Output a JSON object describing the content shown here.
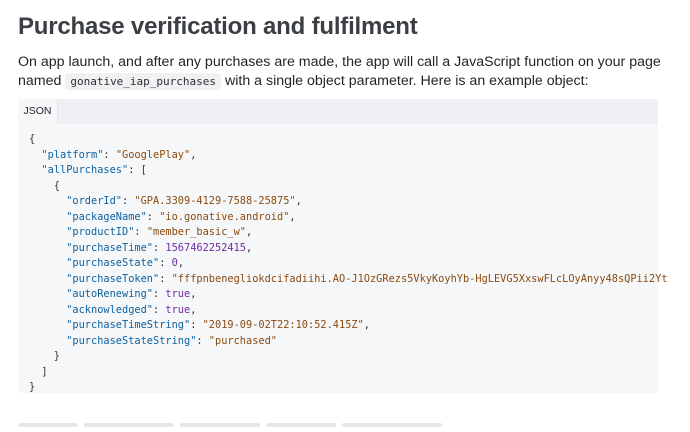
{
  "heading": "Purchase verification and fulfilment",
  "intro": {
    "before": "On app launch, and after any purchases are made, the app will call a JavaScript function on your page named ",
    "fn_name": "gonative_iap_purchases",
    "after": " with a single object parameter. Here is an example object:"
  },
  "code_block": {
    "tab_label": "JSON",
    "lines": [
      [
        [
          "p",
          "{"
        ]
      ],
      [
        [
          "p",
          "  "
        ],
        [
          "k",
          "\"platform\""
        ],
        [
          "p",
          ": "
        ],
        [
          "s",
          "\"GooglePlay\""
        ],
        [
          "p",
          ","
        ]
      ],
      [
        [
          "p",
          "  "
        ],
        [
          "k",
          "\"allPurchases\""
        ],
        [
          "p",
          ": ["
        ]
      ],
      [
        [
          "p",
          "    {"
        ]
      ],
      [
        [
          "p",
          "      "
        ],
        [
          "k",
          "\"orderId\""
        ],
        [
          "p",
          ": "
        ],
        [
          "s",
          "\"GPA.3309-4129-7588-25875\""
        ],
        [
          "p",
          ","
        ]
      ],
      [
        [
          "p",
          "      "
        ],
        [
          "k",
          "\"packageName\""
        ],
        [
          "p",
          ": "
        ],
        [
          "s",
          "\"io.gonative.android\""
        ],
        [
          "p",
          ","
        ]
      ],
      [
        [
          "p",
          "      "
        ],
        [
          "k",
          "\"productID\""
        ],
        [
          "p",
          ": "
        ],
        [
          "s",
          "\"member_basic_w\""
        ],
        [
          "p",
          ","
        ]
      ],
      [
        [
          "p",
          "      "
        ],
        [
          "k",
          "\"purchaseTime\""
        ],
        [
          "p",
          ": "
        ],
        [
          "n",
          "1567462252415"
        ],
        [
          "p",
          ","
        ]
      ],
      [
        [
          "p",
          "      "
        ],
        [
          "k",
          "\"purchaseState\""
        ],
        [
          "p",
          ": "
        ],
        [
          "n",
          "0"
        ],
        [
          "p",
          ","
        ]
      ],
      [
        [
          "p",
          "      "
        ],
        [
          "k",
          "\"purchaseToken\""
        ],
        [
          "p",
          ": "
        ],
        [
          "s",
          "\"fffpnbenegliokdcifadiihi.AO-J1OzGRezs5VkyKoyhYb-HgLEVG5XxswFLcLOyAnyy48sQPii2Yt"
        ]
      ],
      [
        [
          "p",
          "      "
        ],
        [
          "k",
          "\"autoRenewing\""
        ],
        [
          "p",
          ": "
        ],
        [
          "n",
          "true"
        ],
        [
          "p",
          ","
        ]
      ],
      [
        [
          "p",
          "      "
        ],
        [
          "k",
          "\"acknowledged\""
        ],
        [
          "p",
          ": "
        ],
        [
          "n",
          "true"
        ],
        [
          "p",
          ","
        ]
      ],
      [
        [
          "p",
          "      "
        ],
        [
          "k",
          "\"purchaseTimeString\""
        ],
        [
          "p",
          ": "
        ],
        [
          "s",
          "\"2019-09-02T22:10:52.415Z\""
        ],
        [
          "p",
          ","
        ]
      ],
      [
        [
          "p",
          "      "
        ],
        [
          "k",
          "\"purchaseStateString\""
        ],
        [
          "p",
          ": "
        ],
        [
          "s",
          "\"purchased\""
        ]
      ],
      [
        [
          "p",
          "    }"
        ]
      ],
      [
        [
          "p",
          "  ]"
        ]
      ],
      [
        [
          "p",
          "}"
        ]
      ]
    ]
  }
}
